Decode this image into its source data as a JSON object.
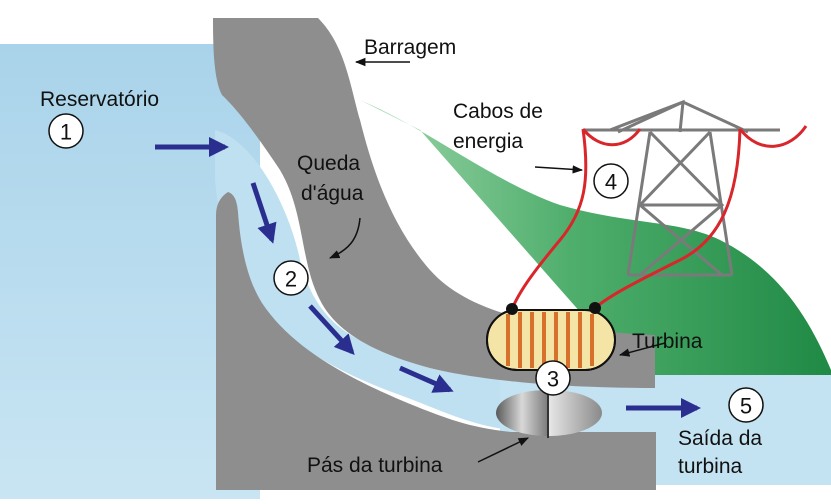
{
  "labels": {
    "dam": "Barragem",
    "reservoir": "Reservatório",
    "power_cables_line1": "Cabos de",
    "power_cables_line2": "energia",
    "waterfall_line1": "Queda",
    "waterfall_line2": "d'água",
    "turbine": "Turbina",
    "turbine_blades": "Pás da turbina",
    "outlet_line1": "Saída da",
    "outlet_line2": "turbina"
  },
  "steps": [
    "1",
    "2",
    "3",
    "4",
    "5"
  ],
  "colors": {
    "water": "#b7dcef",
    "water_light": "#d6ecf7",
    "concrete": "#8e8e8e",
    "hill": "#2f9a55",
    "hill_light": "#8fd0a0",
    "flow_arrow": "#2a2f8f",
    "cable": "#d9262b",
    "turbine_body": "#f4e4a6",
    "turbine_stripe": "#d7702a"
  }
}
